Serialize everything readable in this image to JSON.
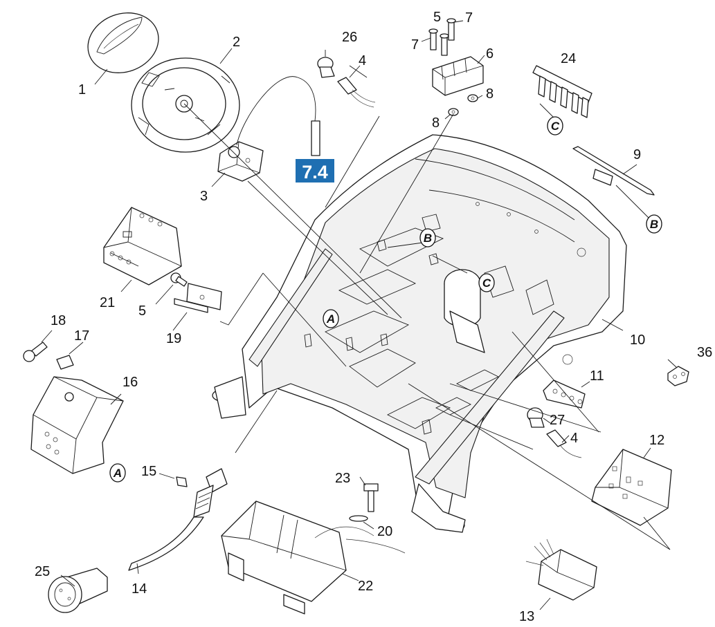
{
  "callouts": {
    "c1": "1",
    "c2": "2",
    "c3": "3",
    "c4a": "4",
    "c4b": "4",
    "c5a": "5",
    "c5b": "5",
    "c6": "6",
    "c7a": "7",
    "c7b": "7",
    "c8a": "8",
    "c8b": "8",
    "c9": "9",
    "c10": "10",
    "c11": "11",
    "c12": "12",
    "c13": "13",
    "c14": "14",
    "c15": "15",
    "c16": "16",
    "c17": "17",
    "c18": "18",
    "c19": "19",
    "c20": "20",
    "c21": "21",
    "c22": "22",
    "c23": "23",
    "c24": "24",
    "c25": "25",
    "c26": "26",
    "c27": "27",
    "c36": "36"
  },
  "refs": {
    "a1": "A",
    "a2": "A",
    "b1": "B",
    "b2": "B",
    "cc1": "C",
    "cc2": "C"
  },
  "badge": {
    "label": "7.4",
    "color": "#1f6fb2"
  }
}
